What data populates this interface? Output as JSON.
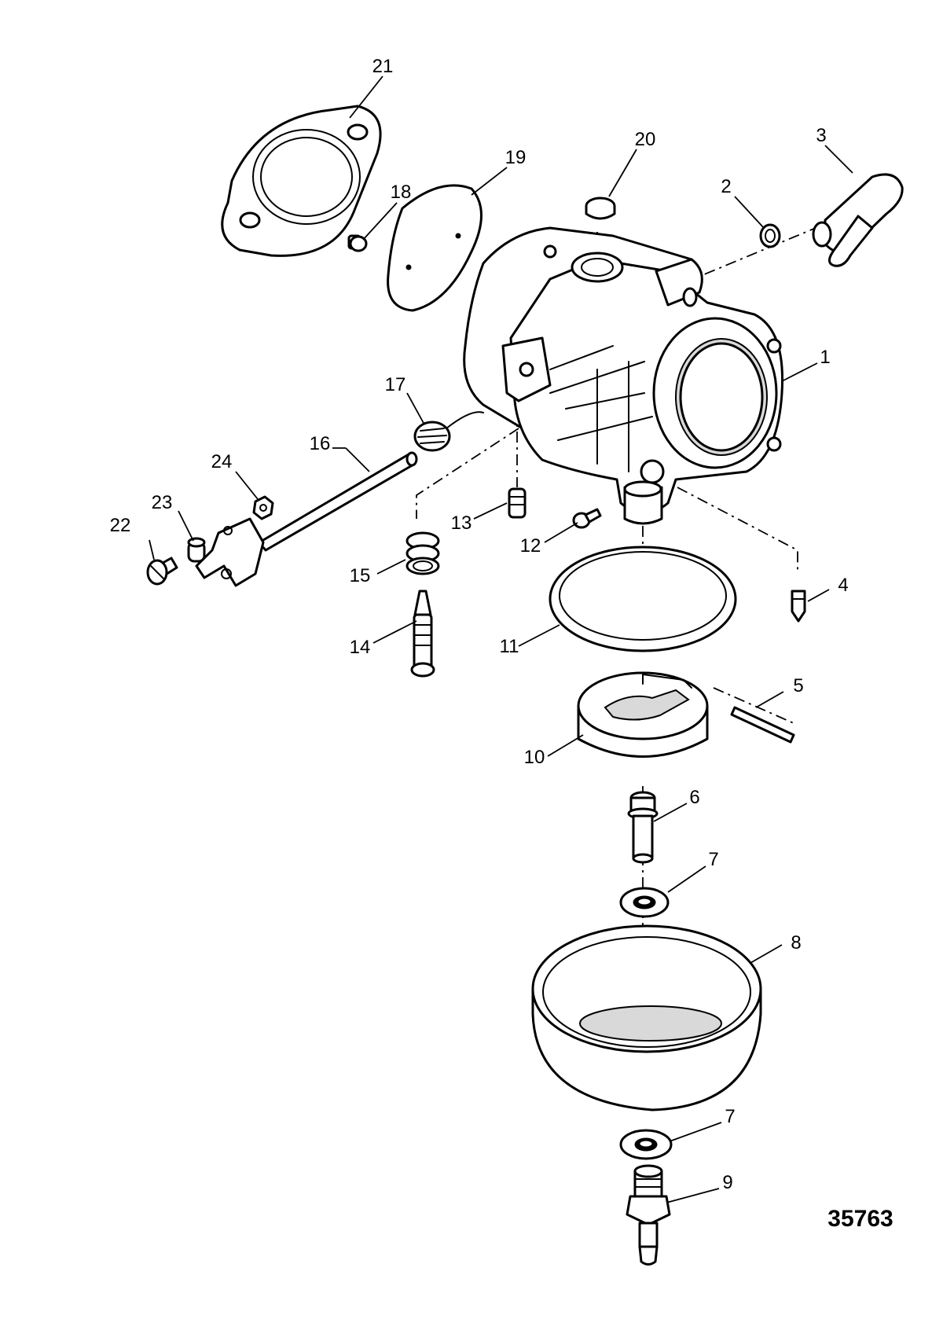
{
  "figure_number": "35763",
  "callouts": {
    "p1": "1",
    "p2": "2",
    "p3": "3",
    "p4": "4",
    "p5": "5",
    "p6": "6",
    "p7a": "7",
    "p7b": "7",
    "p8": "8",
    "p9": "9",
    "p10": "10",
    "p11": "11",
    "p12": "12",
    "p13": "13",
    "p14": "14",
    "p15": "15",
    "p16": "16",
    "p17": "17",
    "p18": "18",
    "p19": "19",
    "p20": "20",
    "p21": "21",
    "p22": "22",
    "p23": "23",
    "p24": "24"
  }
}
